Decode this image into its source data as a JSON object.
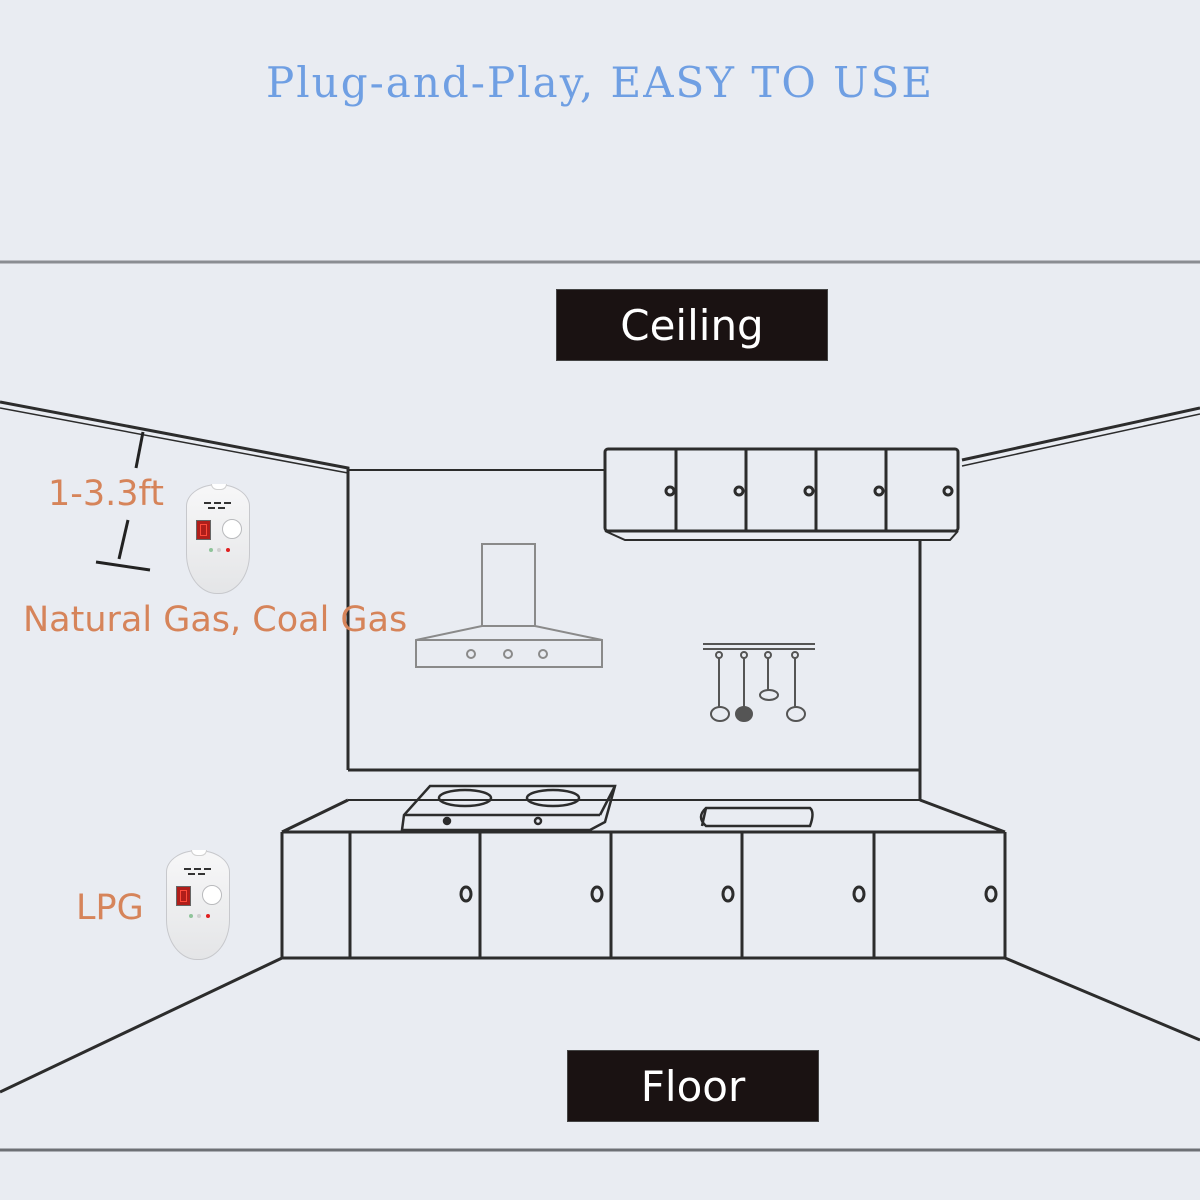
{
  "header": {
    "title": "Plug-and-Play, EASY TO USE"
  },
  "labels": {
    "ceiling": "Ceiling",
    "floor": "Floor",
    "mount_distance": "1-3.3ft",
    "natural_gas": "Natural Gas, Coal Gas",
    "lpg": "LPG"
  },
  "colors": {
    "title": "#6f9fe3",
    "annotation": "#d6845a",
    "tag_background": "#1a1212",
    "background": "#e9ecf2"
  },
  "detectors": [
    {
      "position": "upper",
      "gas": "Natural Gas, Coal Gas",
      "icon": "gas-detector-icon"
    },
    {
      "position": "lower",
      "gas": "LPG",
      "icon": "gas-detector-icon"
    }
  ]
}
